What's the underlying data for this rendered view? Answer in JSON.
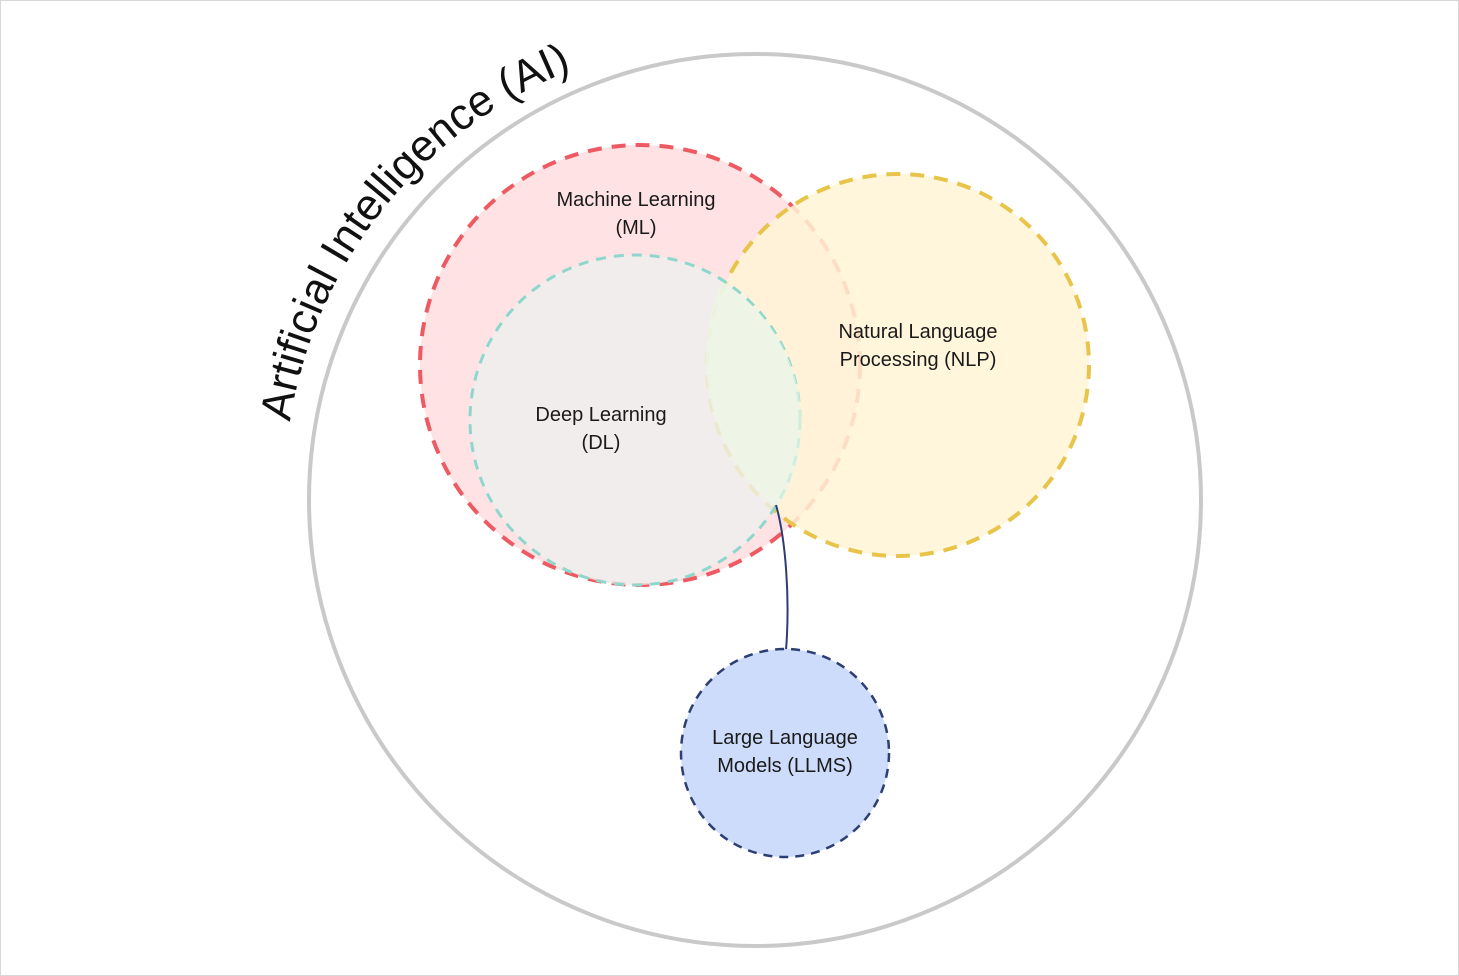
{
  "ai": {
    "title": "Artificial Intelligence (AI)",
    "stroke_color": "#c9c9c9"
  },
  "ml": {
    "line1": "Machine Learning",
    "line2": "(ML)",
    "fill_color": "#ffe2e4",
    "stroke_color": "#ee5a62"
  },
  "dl": {
    "line1": "Deep Learning",
    "line2": "(DL)",
    "fill_color": "#edf0ee",
    "stroke_color": "#8fd7cc"
  },
  "nlp": {
    "line1": "Natural Language",
    "line2": "Processing (NLP)",
    "fill_color": "#fff5d6",
    "stroke_color": "#e8c54a"
  },
  "llm": {
    "line1": "Large Language",
    "line2": "Models (LLMS)",
    "fill_color": "#cddcfb",
    "stroke_color": "#2d3e73"
  },
  "connector": {
    "color": "#2d3e73"
  }
}
